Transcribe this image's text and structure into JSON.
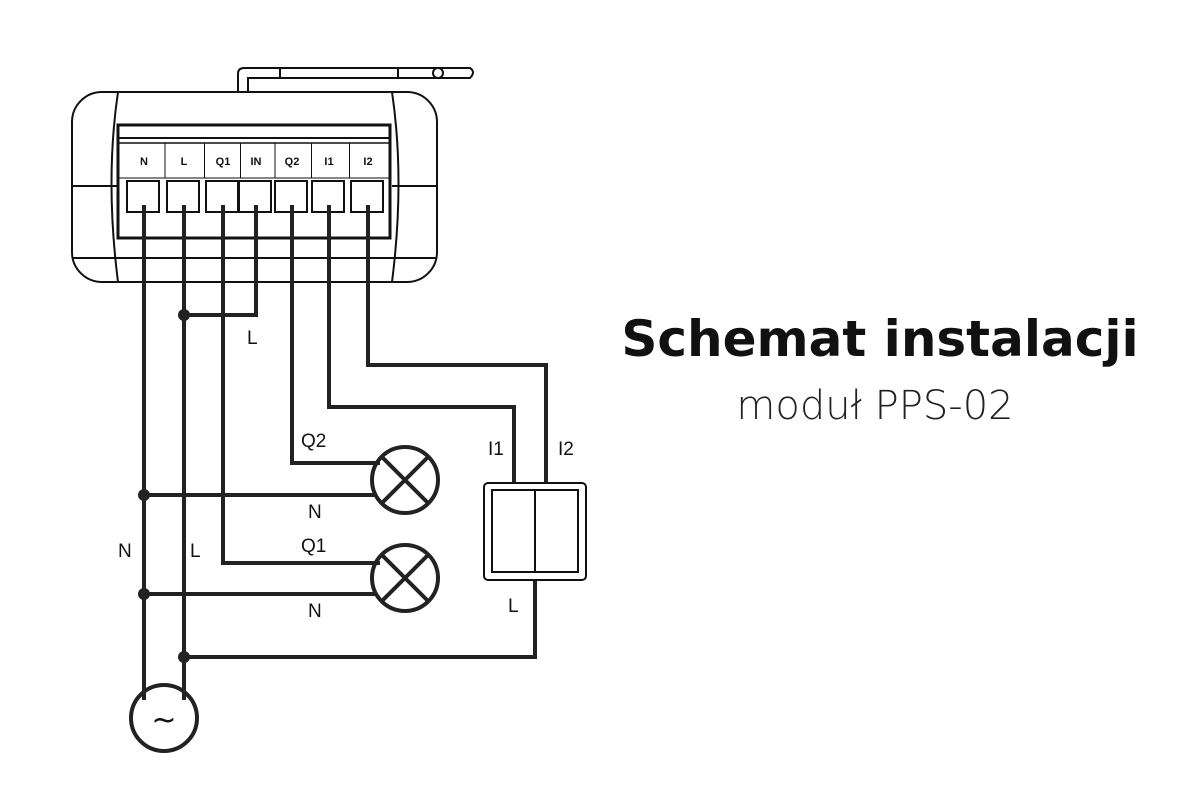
{
  "title": "Schemat instalacji",
  "subtitle": "moduł PPS-02",
  "terminals": [
    "N",
    "L",
    "Q1",
    "IN",
    "Q2",
    "I1",
    "I2"
  ],
  "wire_labels": {
    "l_in": "L",
    "q2": "Q2",
    "q1": "Q1",
    "n1": "N",
    "n2": "N",
    "n_main": "N",
    "l_main": "L",
    "i1": "I1",
    "i2": "I2",
    "l_switch": "L"
  },
  "source_symbol": "~"
}
